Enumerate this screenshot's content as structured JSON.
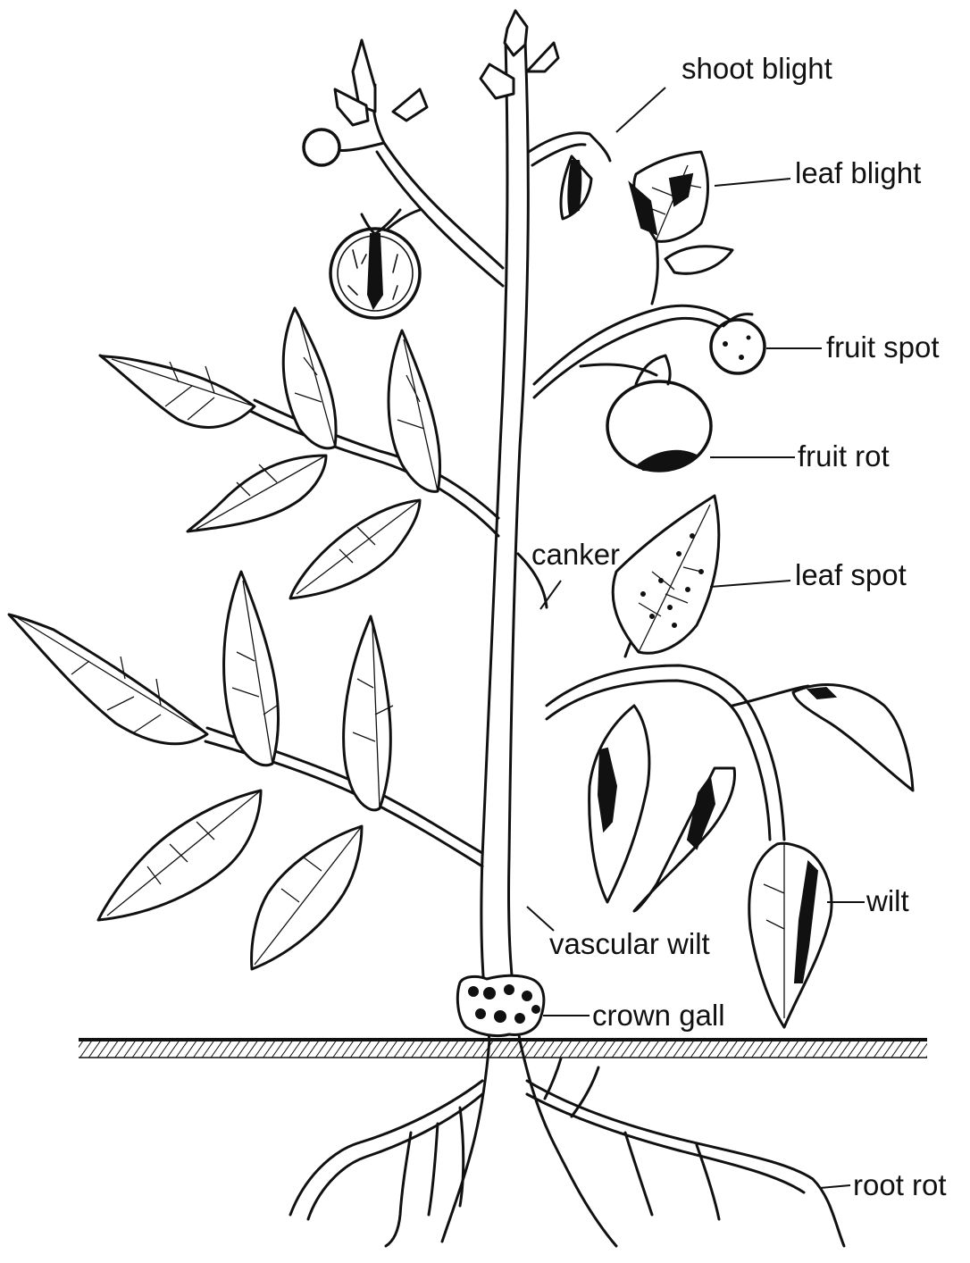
{
  "labels": {
    "shoot_blight": "shoot blight",
    "leaf_blight": "leaf blight",
    "fruit_spot": "fruit spot",
    "fruit_rot": "fruit rot",
    "canker": "canker",
    "leaf_spot": "leaf spot",
    "wilt": "wilt",
    "vascular_wilt": "vascular wilt",
    "crown_gall": "crown gall",
    "root_rot": "root rot"
  }
}
